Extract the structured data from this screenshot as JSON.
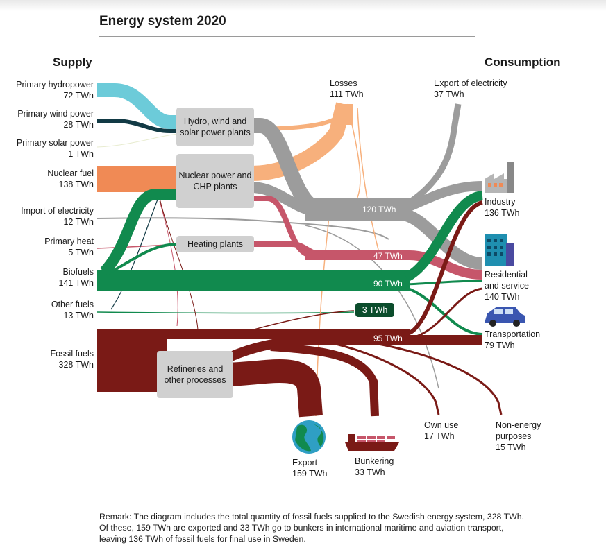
{
  "title": "Energy system 2020",
  "headers": {
    "supply": "Supply",
    "consumption": "Consumption"
  },
  "supply": {
    "hydro": {
      "name": "Primary hydropower",
      "value": "72 TWh"
    },
    "wind": {
      "name": "Primary wind power",
      "value": "28 TWh"
    },
    "solar": {
      "name": "Primary solar power",
      "value": "1 TWh"
    },
    "nuclear": {
      "name": "Nuclear fuel",
      "value": "138 TWh"
    },
    "import": {
      "name": "Import of electricity",
      "value": "12 TWh"
    },
    "heat": {
      "name": "Primary heat",
      "value": "5 TWh"
    },
    "biofuels": {
      "name": "Biofuels",
      "value": "141 TWh"
    },
    "other": {
      "name": "Other fuels",
      "value": "13 TWh"
    },
    "fossil": {
      "name": "Fossil fuels",
      "value": "328 TWh"
    }
  },
  "boxes": {
    "hydro_plants": "Hydro, wind and solar power plants",
    "nuclear_plants": "Nuclear power and CHP plants",
    "heating": "Heating plants",
    "refineries": "Refineries and other processes"
  },
  "top": {
    "losses": {
      "name": "Losses",
      "value": "111 TWh"
    },
    "export_el": {
      "name": "Export of electricity",
      "value": "37 TWh"
    }
  },
  "consumption": {
    "industry": {
      "name": "Industry",
      "value": "136 TWh"
    },
    "residential_1": "Residential",
    "residential_2": "and service",
    "residential_value": "140 TWh",
    "transport": {
      "name": "Transportation",
      "value": "79 TWh"
    }
  },
  "flows": {
    "electricity": "120 TWh",
    "heat": "47 TWh",
    "bio": "90 TWh",
    "other": "3 TWh",
    "fossil": "95 TWh"
  },
  "bottom": {
    "export": {
      "name": "Export",
      "value": "159 TWh"
    },
    "bunkering": {
      "name": "Bunkering",
      "value": "33 TWh"
    },
    "own_use": {
      "name": "Own use",
      "value": "17 TWh"
    },
    "non_energy_1": "Non-energy",
    "non_energy_2": "purposes",
    "non_energy_value": "15 TWh"
  },
  "remark": "Remark: The diagram includes the total quantity of fossil fuels supplied to the Swedish energy system, 328 TWh. Of these, 159 TWh are exported and 33 TWh go to bunkers in international maritime and aviation transport, leaving 136 TWh of fossil fuels for final use in Sweden.",
  "colors": {
    "hydro": "#6ccbd9",
    "wind": "#123a45",
    "nuclear": "#f08a55",
    "electricity": "#9c9c9c",
    "losses": "#f7b07c",
    "heat": "#c6566a",
    "bio": "#118a4e",
    "fossil": "#7a1a16",
    "box": "#d0d0d0"
  }
}
